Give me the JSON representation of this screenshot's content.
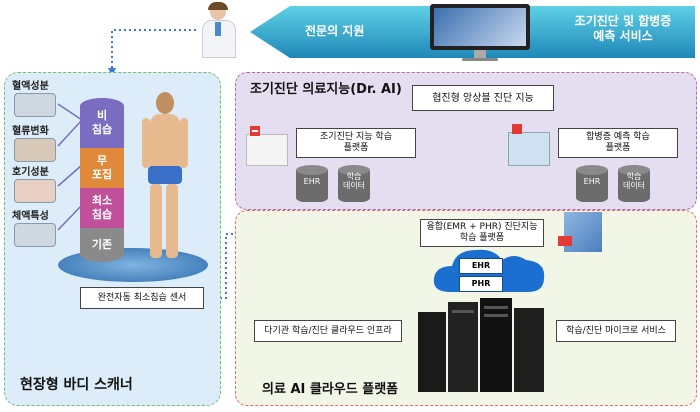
{
  "banner": {
    "left_label": "전문의 지원",
    "right_label_line1": "조기진단 및 합병증",
    "right_label_line2": "예측 서비스"
  },
  "left_panel": {
    "title": "현장형 바디 스캐너",
    "sensors": [
      "혈액성분",
      "혈류변화",
      "호기성분",
      "체액특성"
    ],
    "column_segments": [
      {
        "label": "비\n침습",
        "color": "#7a6cc0"
      },
      {
        "label": "무\n포집",
        "color": "#e0893a"
      },
      {
        "label": "최소\n침습",
        "color": "#c0509a"
      },
      {
        "label": "기존",
        "color": "#8a8a8a"
      }
    ],
    "sensor_box": "완전자동 최소침습 센서"
  },
  "ai_panel": {
    "title": "조기진단 의료지능(Dr. AI)",
    "top_box": "협진형 앙상블 진단 지능",
    "left_box": "조기진단 지능 학습\n플랫폼",
    "right_box": "합병증 예측 학습\n플랫폼",
    "db_labels": [
      "EHR",
      "학습\n데이터",
      "EHR",
      "학습\n데이터"
    ]
  },
  "cloud_panel": {
    "title": "의료 AI 클라우드 플랫폼",
    "fusion_box": "융합(EMR + PHR) 진단지능\n학습 플랫폼",
    "cloud_labels": [
      "EHR",
      "PHR"
    ],
    "left_box": "다기관 학습/진단 클라우드 인프라",
    "right_box": "학습/진단 마이크로 서비스"
  }
}
